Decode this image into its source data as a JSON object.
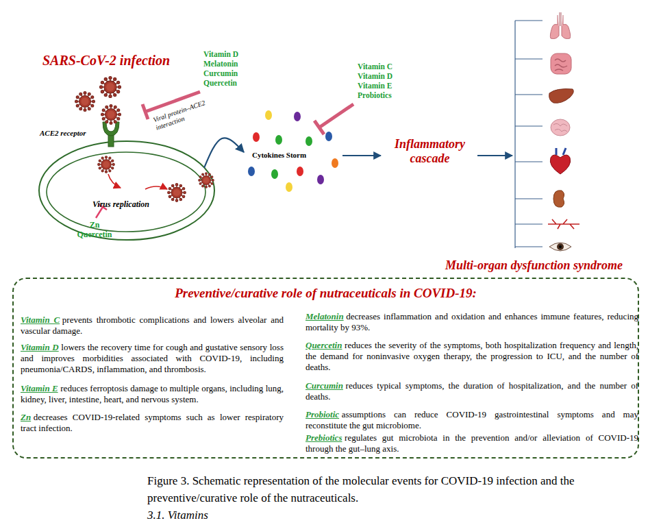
{
  "diagram": {
    "caption": "Figure 3. Schematic representation of the molecular events for COVID-19 infection and the preventive/curative role of the nutraceuticals.",
    "nodes": [
      {
        "text": [
          "Virus replication",
          "Zn Quercetin"
        ]
      },
      {
        "text": [
          "Cytokines Storm"
        ]
      },
      {
        "text": [
          "Inflammatory cascade"
        ]
      },
      {
        "text": [
          "Multi-organ dysfunction syndrome"
        ]
      },
      {
        "text": [
          "Preventive/curative role of nutraceuticals in COVID-19:",
          "Vitamin C",
          "prevents thrombotic complications and lowers alveolar and vascular damage.",
          "Vitamin D",
          "lowers the recovery time for cough and gustative sensory loss and improves morbidities associated with COVID-19, including pneumonia/CARDS, inflammation, and thrombosis.",
          "Vitamin E",
          "reduces ferroptosis damage to multiple organs, including lung, kidney, liver, intestine, heart, and nervous system.",
          "Zn",
          "decreases COVID-19-related symptoms such as lower respiratory tract infection.",
          "Melatonin",
          "decreases inflammation and oxidation and enhances immune features, reducing mortality by 93%.",
          "Quercetin",
          "reduces the severity of the symptoms, both hospitalization frequency and length, the demand for noninvasive oxygen therapy, the progression to ICU, and the number of deaths.",
          "Curcumin",
          "reduces typical symptoms, the duration of hospitalization, and the number of deaths.",
          "Probiotic",
          "assumptions can reduce COVID-19 gastrointestinal symptoms and may reconstitute the gut microbiome.",
          "Prebiotics",
          "regulates gut microbiota in the prevention and/or alleviation of COVID-19 through the gut–lung axis."
        ]
      }
    ],
    "edges": [
      {
        "from": 0,
        "to": 1,
        "arrow": "to"
      },
      {
        "from": 1,
        "to": 2,
        "arrow": "to"
      },
      {
        "from": 2,
        "to": 3,
        "arrow": "to"
      }
    ],
    "labels": [
      "SARS-CoV-2 infection",
      "ACE2 receptor",
      "Vitamin D Melatonin Curcumin Quercetin",
      "Viral protein–ACE2 interaction",
      "Vitamin C Vitamin D Vitamin E Probiotics",
      "3.1. Vitamins"
    ]
  }
}
